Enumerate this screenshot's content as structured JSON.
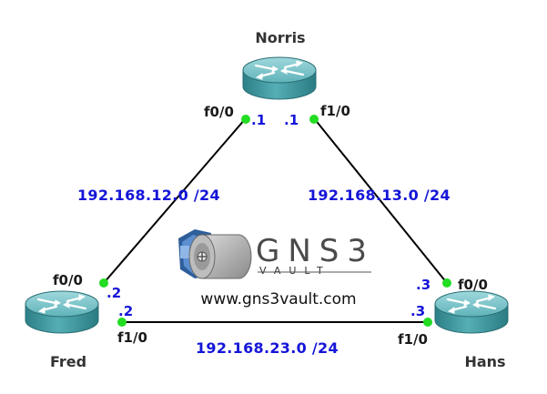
{
  "colors": {
    "link": "#000000",
    "port_dot": "#22dd22",
    "address": "#1515d8",
    "router_body": "#3e9ea5"
  },
  "routers": {
    "norris": {
      "name": "Norris"
    },
    "fred": {
      "name": "Fred"
    },
    "hans": {
      "name": "Hans"
    }
  },
  "links": {
    "norris_fred": {
      "network": "192.168.12.0 /24",
      "norris_port": "f0/0",
      "norris_ip": ".1",
      "fred_port": "f0/0",
      "fred_ip": ".2"
    },
    "norris_hans": {
      "network": "192.168.13.0 /24",
      "norris_port": "f1/0",
      "norris_ip": ".1",
      "hans_port": "f0/0",
      "hans_ip": ".3"
    },
    "fred_hans": {
      "network": "192.168.23.0 /24",
      "fred_port": "f1/0",
      "fred_ip": ".2",
      "hans_port": "f1/0",
      "hans_ip": ".3"
    }
  },
  "logo": {
    "name": "GNS3",
    "sub": "VAULT",
    "url": "www.gns3vault.com",
    "icon": "vault-safe-icon"
  }
}
